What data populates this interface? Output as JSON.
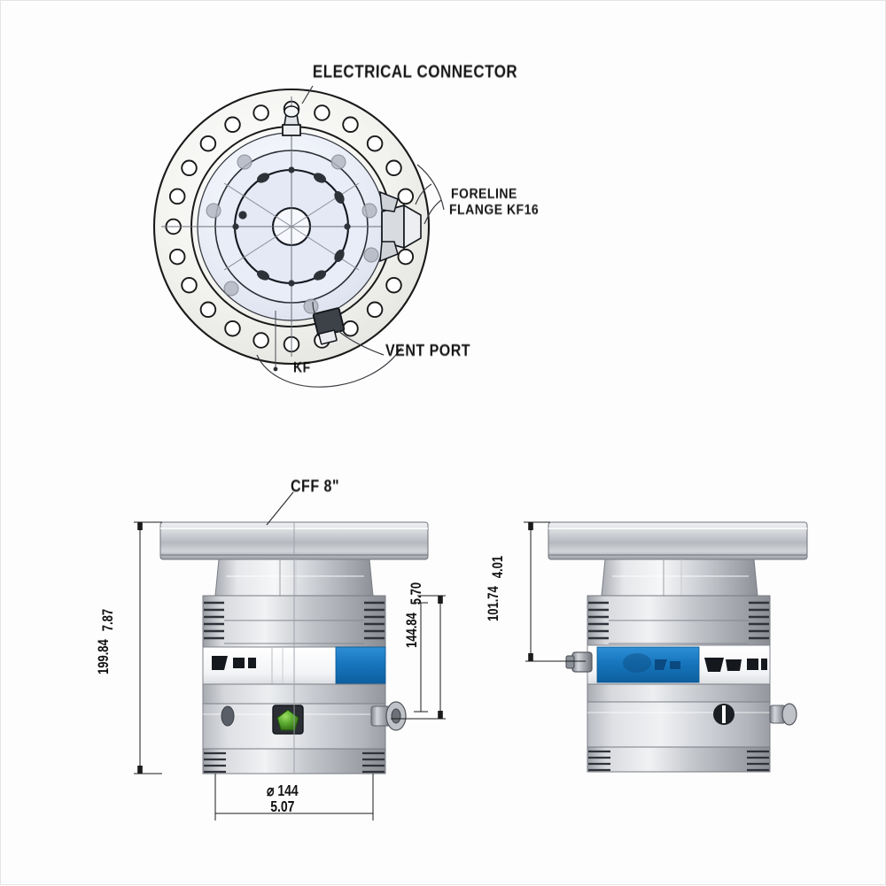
{
  "drawing": {
    "type": "technical-engineering-drawing",
    "subject": "turbomolecular vacuum pump",
    "background_color": "#fdfdfd",
    "line_color": "#1a1a1a"
  },
  "views": {
    "top": {
      "name": "top-view-flange",
      "description": "CF flange top view with bolt hole circle",
      "bolt_hole_count": 24,
      "callouts": [
        {
          "id": "electrical-connector",
          "text": "ELECTRICAL CONNECTOR"
        },
        {
          "id": "foreline-flange",
          "line1": "FORELINE",
          "line2": "FLANGE KF16"
        },
        {
          "id": "vent-port",
          "text": "VENT PORT"
        },
        {
          "id": "kf-note",
          "text": "KF"
        }
      ]
    },
    "front": {
      "name": "front-elevation-view",
      "callouts": [
        {
          "id": "inlet-flange",
          "text": "CFF 8\""
        }
      ]
    },
    "side": {
      "name": "side-elevation-view"
    }
  },
  "dimensions": {
    "overall_height": {
      "label": "overall-height",
      "mm": "199.84",
      "inch": "7.87"
    },
    "mid_height": {
      "label": "mid-height",
      "mm": "144.84",
      "inch": "5.70"
    },
    "side_height": {
      "label": "side-height",
      "mm": "101.74",
      "inch": "4.01"
    },
    "flange_diameter": {
      "label": "flange-diameter",
      "mm": "⌀ 144",
      "inch": "5.07"
    }
  },
  "colors": {
    "accent_blue": "#1878c0",
    "body_grey": "#c9ccd2",
    "metal_light": "#e8e9ec",
    "metal_dark": "#8f9297",
    "indicator_green": "#4e9d2d",
    "line": "#1a1a1a"
  },
  "features": {
    "indicator_light": "green-status-indicator",
    "vent_valve": "vent-valve-port",
    "foreline_port": "foreline-port-kf16",
    "cooling_fins_top": "cooling-fin-stack-upper",
    "cooling_fins_bottom": "cooling-fin-stack-lower",
    "nameplate": "product-nameplate",
    "blue_band": "blue-identification-band"
  }
}
